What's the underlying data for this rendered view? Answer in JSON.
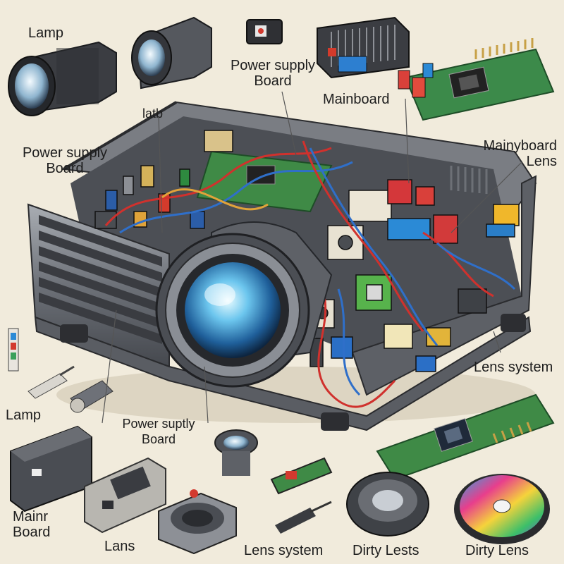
{
  "labels": {
    "lamp_top": "Lamp",
    "psu_top": [
      "Power supply",
      "Board"
    ],
    "latb": "latb",
    "mainboard": "Mainboard",
    "psu_left": [
      "Power supply",
      "Board"
    ],
    "mainyboard": [
      "Mainyboard",
      "Lens"
    ],
    "lens_system_right": "Lens system",
    "lamp_bottom": "Lamp",
    "psu_bottom": [
      "Power suptly",
      "Board"
    ],
    "mainr_board": [
      "Mainr",
      "Board"
    ],
    "lans": "Lans",
    "lens_system_bottom": "Lens system",
    "dirty_lests": "Dirty Lests",
    "dirty_lens": "Dirty Lens"
  },
  "colors": {
    "background": "#f1ebdc",
    "chassis": "#6c6f75",
    "pcb": "#3f8a46",
    "lens_glass": "#3aa0d8",
    "wire_red": "#d0312d",
    "wire_blue": "#2f6fc9"
  }
}
